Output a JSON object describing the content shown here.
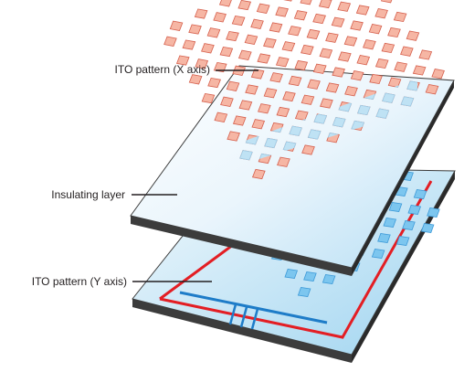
{
  "labels": {
    "ito_x": "ITO pattern (X axis)",
    "insulating": "Insulating layer",
    "ito_y": "ITO pattern (Y axis)"
  },
  "colors": {
    "ito_x_fill": "#f6b6a4",
    "ito_x_stroke": "#d6604d",
    "ito_y_fill": "#7cc6ef",
    "ito_y_stroke": "#3d9ad8",
    "border_red": "#e31e24",
    "trace_blue": "#1e7cc8",
    "leader": "#231f20"
  }
}
